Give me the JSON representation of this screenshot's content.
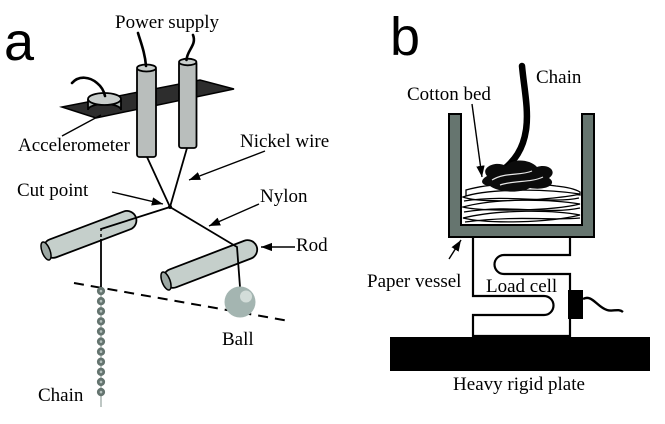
{
  "figure": {
    "title_hint": "Experimental setup diagram, two panels",
    "panel_a": {
      "letter": "a",
      "labels": {
        "power_supply": "Power supply",
        "accelerometer": "Accelerometer",
        "nickel_wire": "Nickel wire",
        "cut_point": "Cut point",
        "nylon": "Nylon",
        "rod": "Rod",
        "ball": "Ball",
        "chain": "Chain"
      }
    },
    "panel_b": {
      "letter": "b",
      "labels": {
        "chain": "Chain",
        "cotton_bed": "Cotton bed",
        "paper_vessel": "Paper vessel",
        "load_cell": "Load cell",
        "heavy_rigid_plate": "Heavy rigid plate"
      }
    },
    "colors": {
      "background": "#ffffff",
      "line": "#000000",
      "electrode_metal": "#b9bebc",
      "electrode_top": "#c9cecc",
      "mounting_plate": "#2d2d2d",
      "rod_fill": "#c5cfcb",
      "rod_end": "#9ca7a3",
      "ball_fill": "#a4b5b1",
      "ball_highlight": "#d3ddd9",
      "bead_fill": "#64746f",
      "vessel_wall": "#66756f",
      "load_cell_fill": "#ffffff",
      "heavy_plate": "#000000"
    }
  }
}
